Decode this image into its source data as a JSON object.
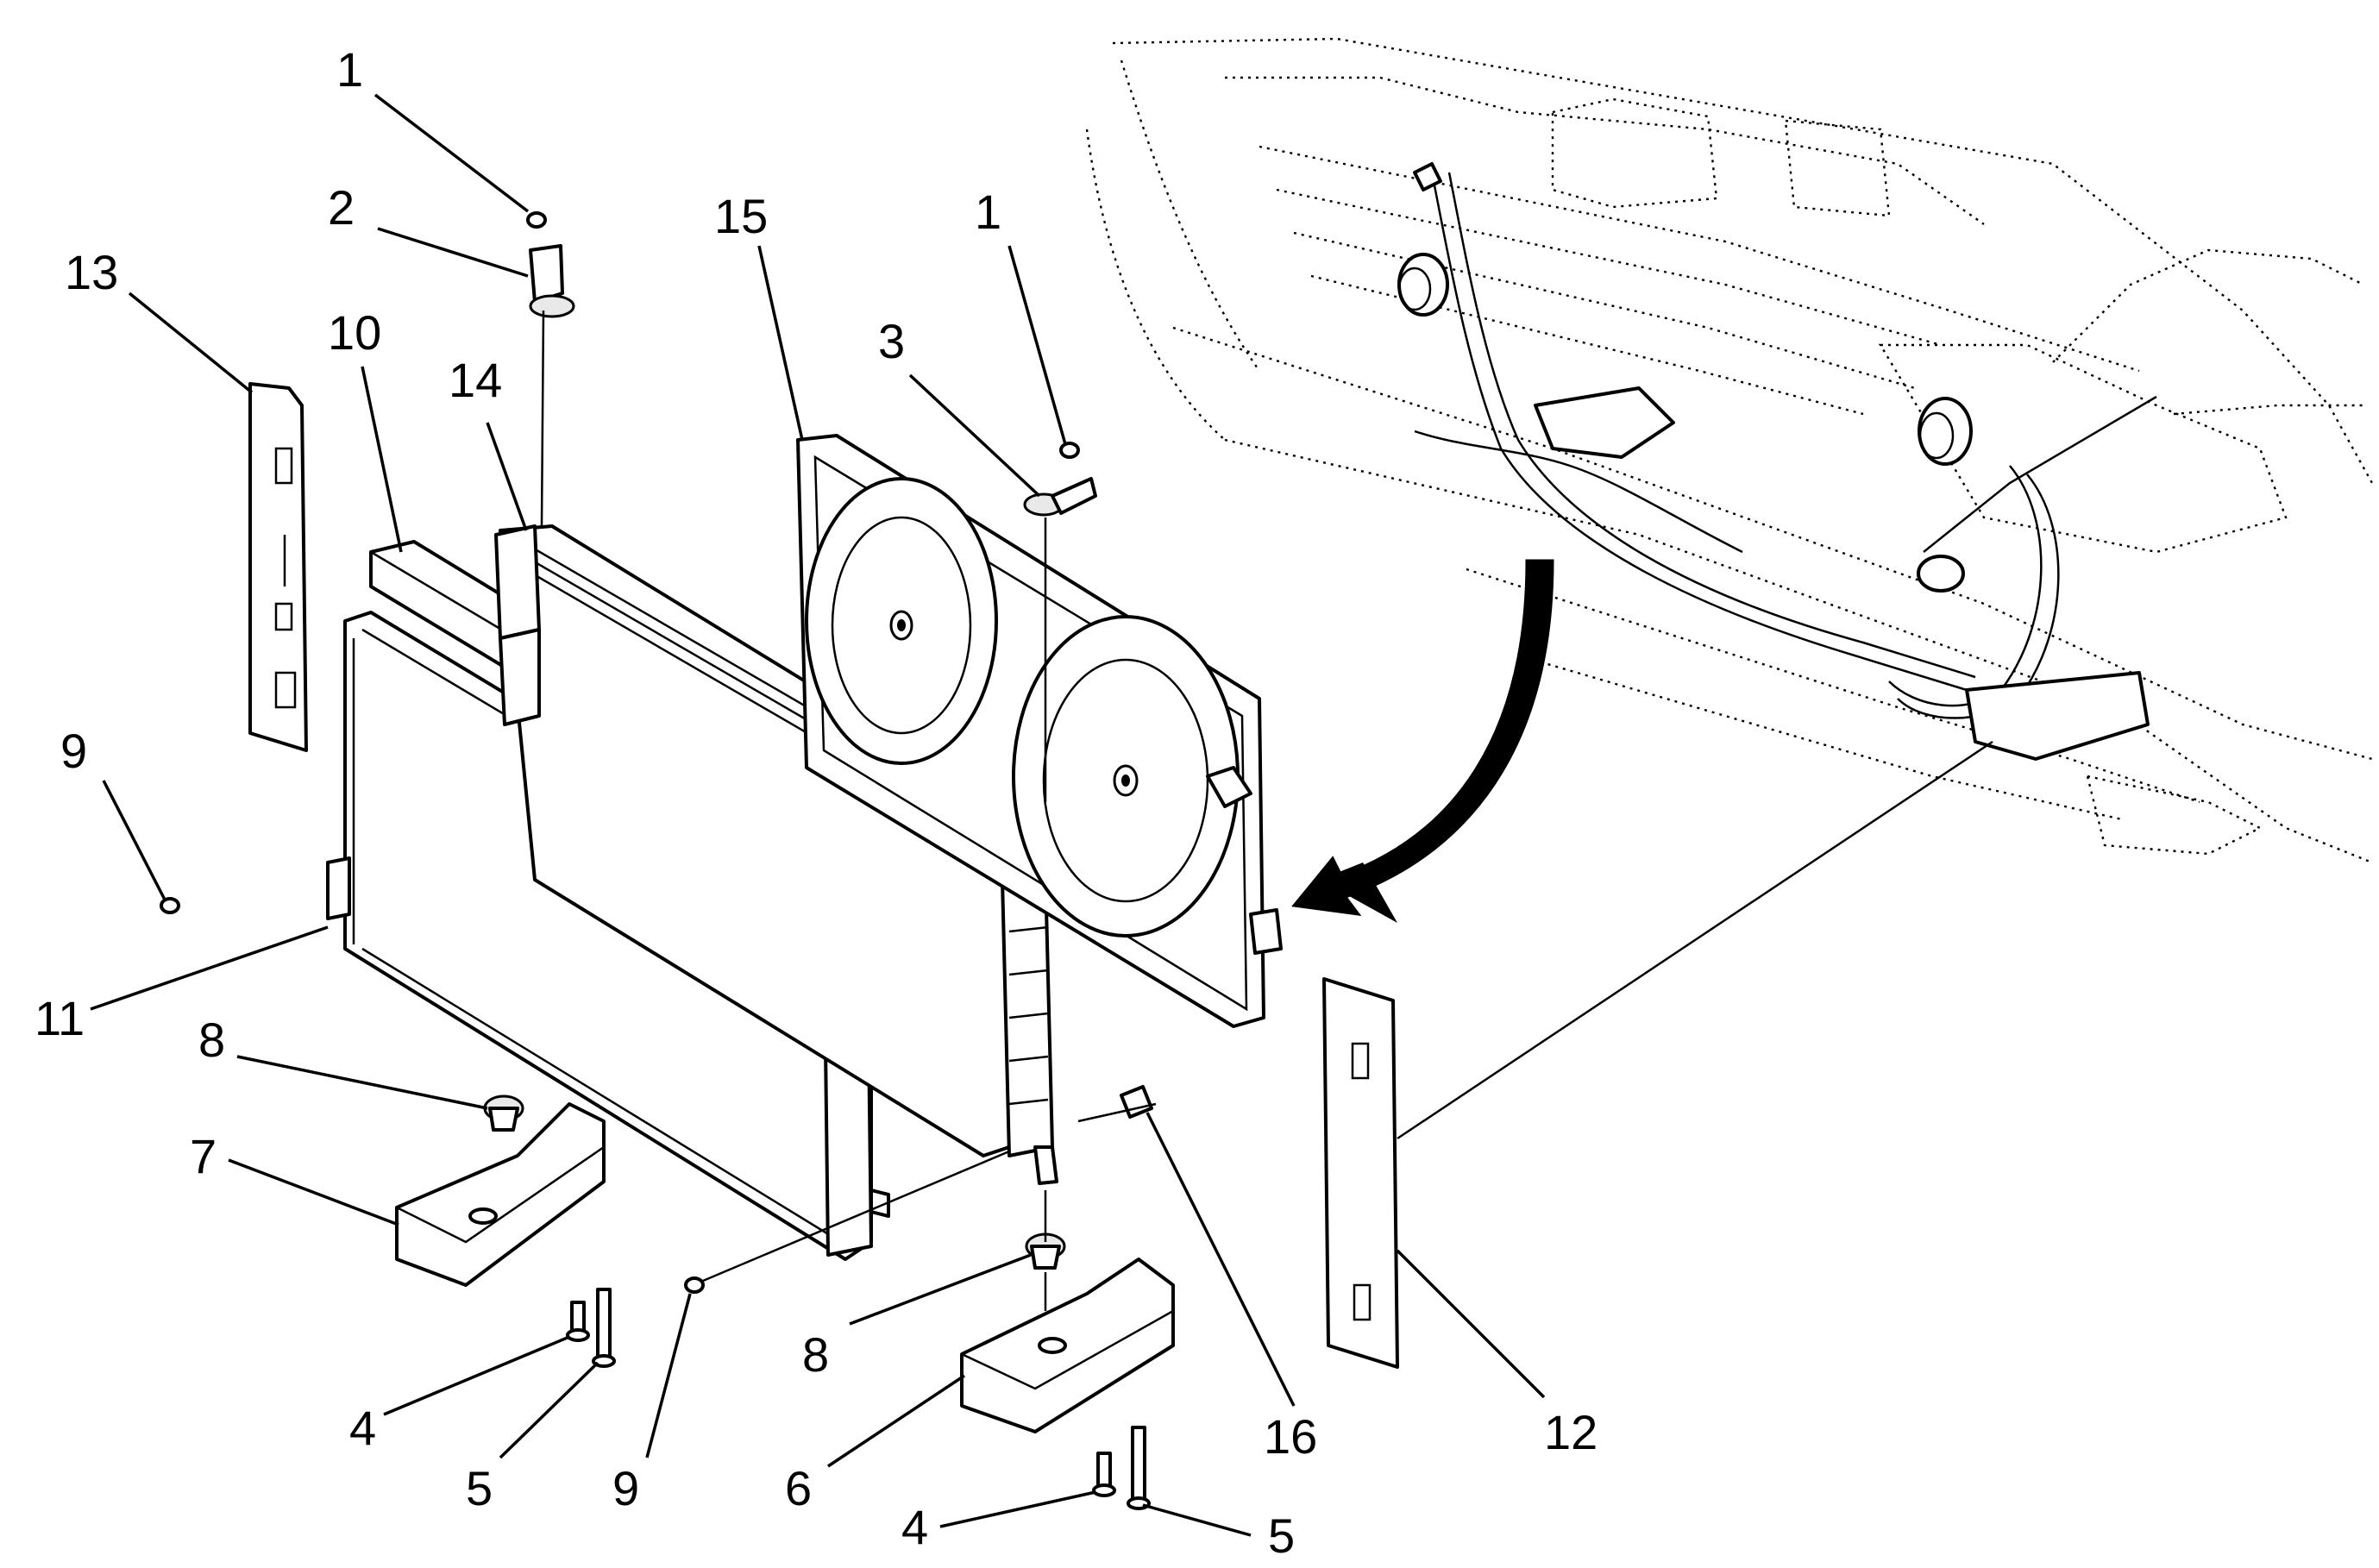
{
  "diagram": {
    "type": "exploded-parts-illustration",
    "callouts": [
      {
        "id": "c1a",
        "label": "1"
      },
      {
        "id": "c2",
        "label": "2"
      },
      {
        "id": "c13",
        "label": "13"
      },
      {
        "id": "c10",
        "label": "10"
      },
      {
        "id": "c14",
        "label": "14"
      },
      {
        "id": "c15",
        "label": "15"
      },
      {
        "id": "c3",
        "label": "3"
      },
      {
        "id": "c1b",
        "label": "1"
      },
      {
        "id": "c9a",
        "label": "9"
      },
      {
        "id": "c11",
        "label": "11"
      },
      {
        "id": "c8a",
        "label": "8"
      },
      {
        "id": "c7",
        "label": "7"
      },
      {
        "id": "c4a",
        "label": "4"
      },
      {
        "id": "c5a",
        "label": "5"
      },
      {
        "id": "c9b",
        "label": "9"
      },
      {
        "id": "c8b",
        "label": "8"
      },
      {
        "id": "c6",
        "label": "6"
      },
      {
        "id": "c16",
        "label": "16"
      },
      {
        "id": "c12",
        "label": "12"
      },
      {
        "id": "c4b",
        "label": "4"
      },
      {
        "id": "c5b",
        "label": "5"
      }
    ],
    "colors": {
      "ink": "#000000",
      "background": "#ffffff",
      "arrow": "#000000",
      "shade": "#e9e9e9"
    }
  }
}
